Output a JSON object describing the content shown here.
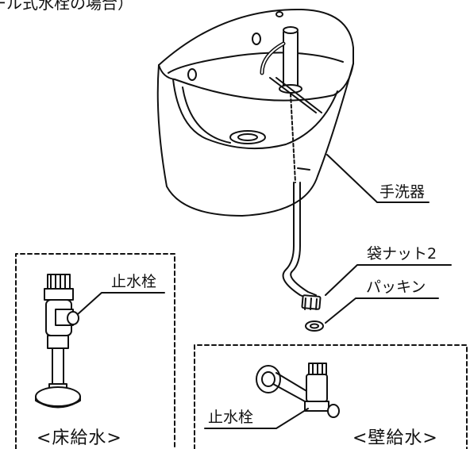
{
  "header": {
    "text": "ール式水栓の場合）"
  },
  "labels": {
    "basin": "手洗器",
    "bag_nut": "袋ナット2",
    "packing": "パッキン",
    "stop_valve_floor": "止水栓",
    "stop_valve_wall": "止水栓"
  },
  "captions": {
    "floor_supply": "<床給水>",
    "wall_supply": "<壁給水>"
  }
}
